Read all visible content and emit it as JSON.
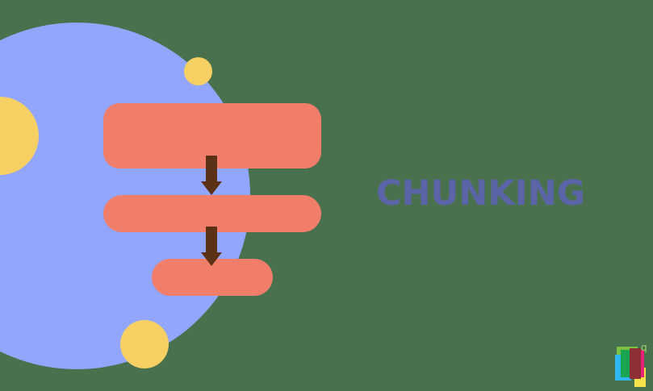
{
  "title": "CHUNKING",
  "colors": {
    "background": "#4a714e",
    "circle": "#93a6fd",
    "accent_dots": "#f7d064",
    "boxes": "#f07e6b",
    "arrows": "#5c3116",
    "title_text": "#5c64a8"
  },
  "diagram": {
    "nodes": [
      {
        "id": "box-1",
        "label": ""
      },
      {
        "id": "box-2",
        "label": ""
      },
      {
        "id": "box-3",
        "label": ""
      }
    ],
    "edges": [
      {
        "from": "box-1",
        "to": "box-2"
      },
      {
        "from": "box-2",
        "to": "box-3"
      }
    ]
  },
  "logo": {
    "icon": "book-stack-logo-icon",
    "letter": "q"
  }
}
